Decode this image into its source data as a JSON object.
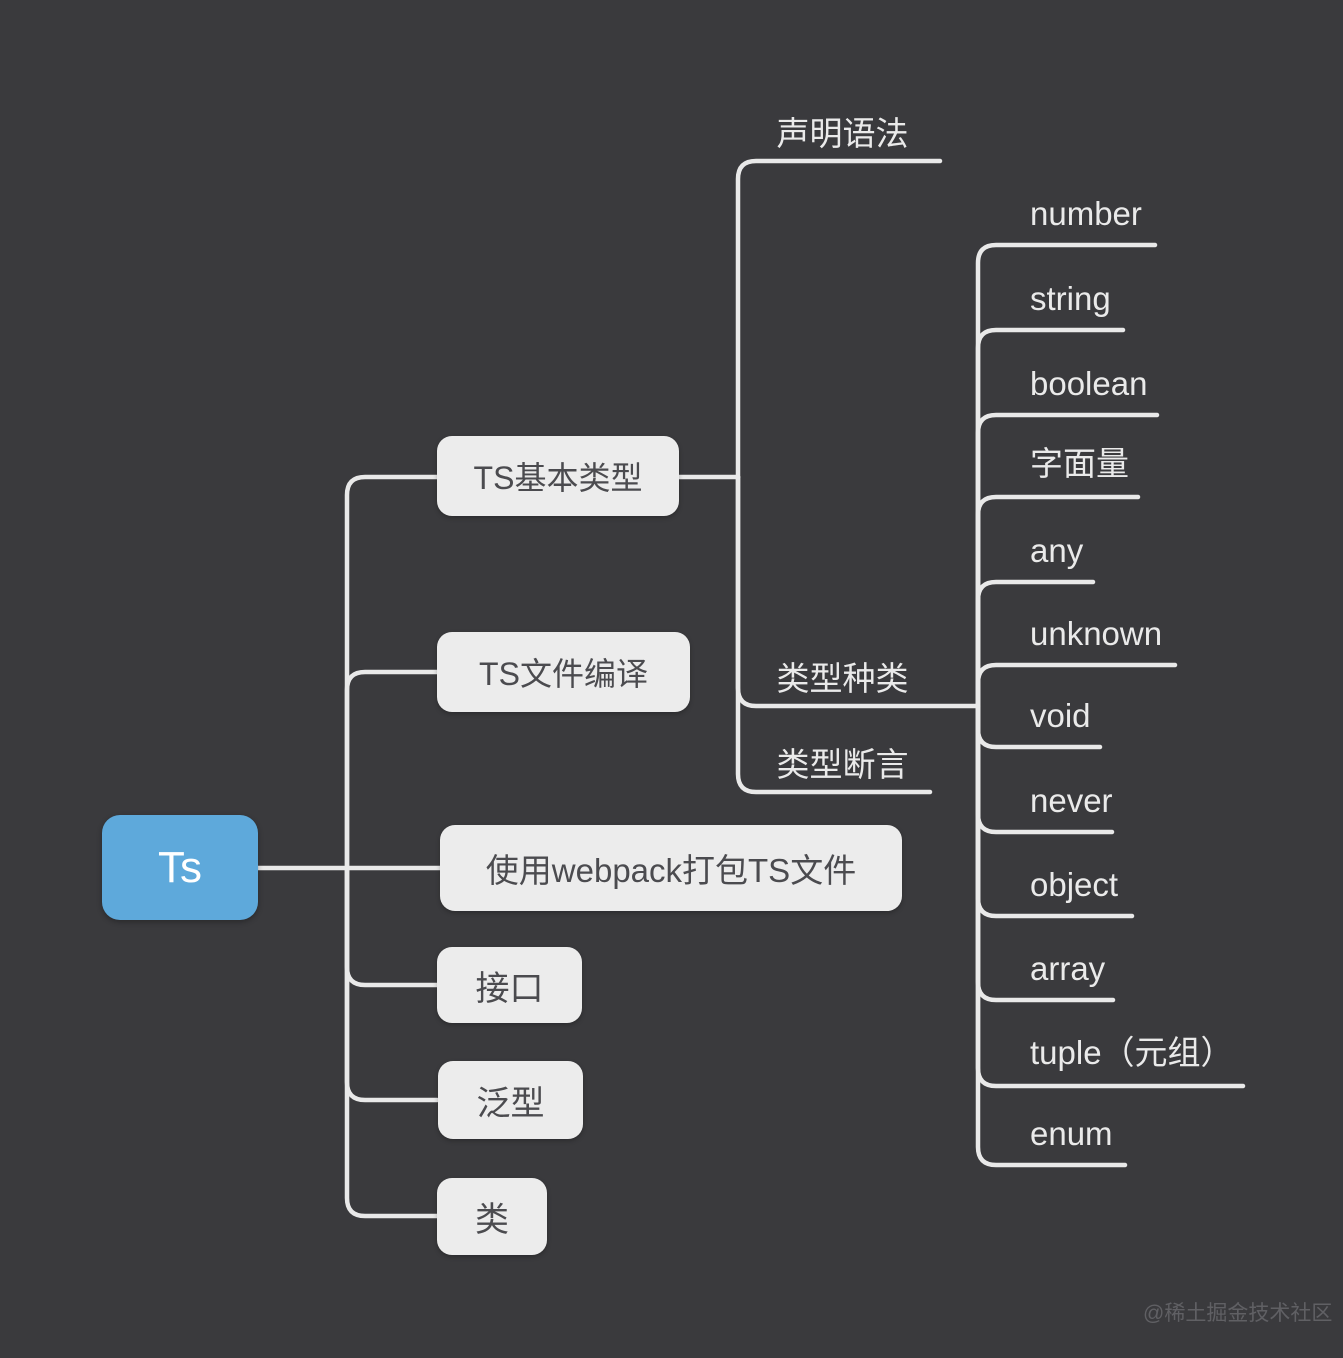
{
  "watermark": "@稀土掘金技术社区",
  "colors": {
    "background": "#3a3a3d",
    "line": "#e9e9e9",
    "node_box_fill": "#ececec",
    "node_box_text": "#4b4b4f",
    "root_fill": "#5ea9db",
    "root_text": "#ffffff",
    "label_text": "#eaeaea",
    "watermark_text": "#606064"
  },
  "root": {
    "label": "Ts"
  },
  "branches": [
    {
      "label": "TS基本类型",
      "children": [
        {
          "label": "声明语法"
        },
        {
          "label": "类型种类",
          "children": [
            {
              "label": "number"
            },
            {
              "label": "string"
            },
            {
              "label": "boolean"
            },
            {
              "label": "字面量"
            },
            {
              "label": "any"
            },
            {
              "label": "unknown"
            },
            {
              "label": "void"
            },
            {
              "label": "never"
            },
            {
              "label": "object"
            },
            {
              "label": "array"
            },
            {
              "label": "tuple（元组）"
            },
            {
              "label": "enum"
            }
          ]
        },
        {
          "label": "类型断言"
        }
      ]
    },
    {
      "label": "TS文件编译"
    },
    {
      "label": "使用webpack打包TS文件"
    },
    {
      "label": "接口"
    },
    {
      "label": "泛型"
    },
    {
      "label": "类"
    }
  ]
}
